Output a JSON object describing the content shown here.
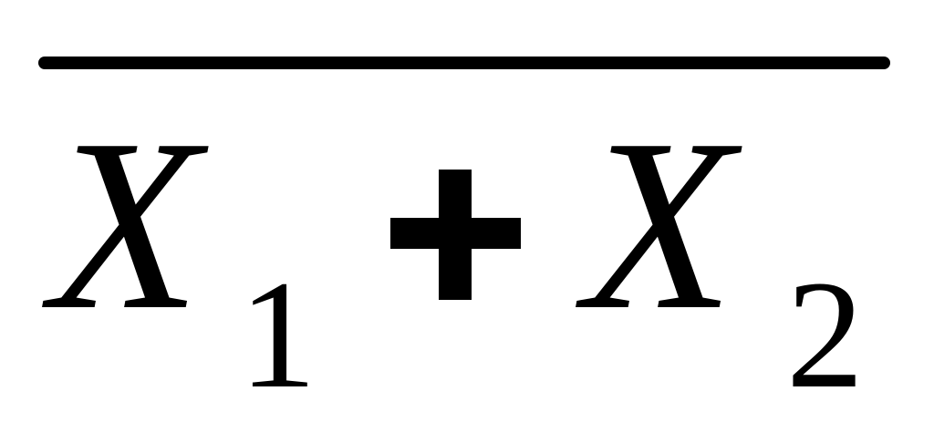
{
  "expression": {
    "term1": {
      "variable": "X",
      "subscript": "1"
    },
    "operator": "+",
    "term2": {
      "variable": "X",
      "subscript": "2"
    }
  },
  "colors": {
    "ink": "#000000",
    "background": "#ffffff"
  }
}
